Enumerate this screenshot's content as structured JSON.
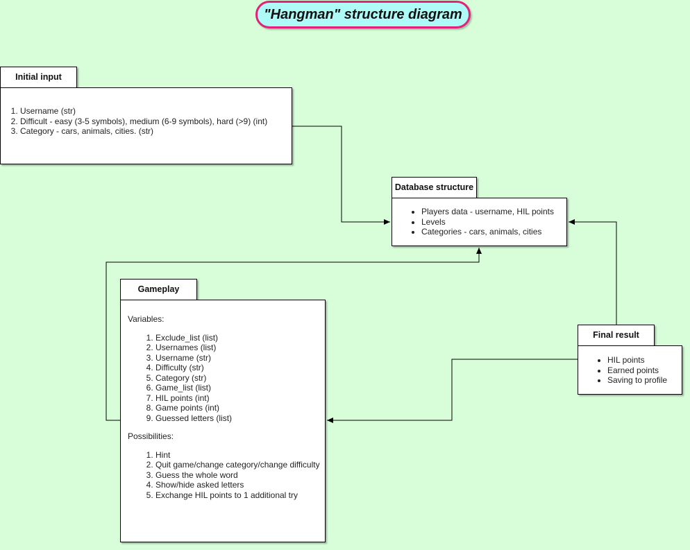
{
  "title": "\"Hangman\" structure diagram",
  "initial_input": {
    "header": "Initial input",
    "items": [
      "Username (str)",
      "Difficult - easy (3-5 symbols), medium (6-9 symbols), hard (>9) (int)",
      "Category - cars, animals, cities. (str)"
    ]
  },
  "database_structure": {
    "header": "Database structure",
    "items": [
      "Players data - username, HIL points",
      "Levels",
      "Categories - cars, animals, cities"
    ]
  },
  "gameplay": {
    "header": "Gameplay",
    "variables_label": "Variables:",
    "variables": [
      "Exclude_list (list)",
      "Usernames (list)",
      "Username (str)",
      "Difficulty (str)",
      "Category (str)",
      "Game_list (list)",
      "HIL points (int)",
      "Game points (int)",
      "Guessed letters (list)"
    ],
    "possibilities_label": "Possibilities:",
    "possibilities": [
      "Hint",
      "Quit game/change category/change difficulty",
      "Guess the whole word",
      "Show/hide asked letters",
      "Exchange HIL points to 1 additional try"
    ]
  },
  "final_result": {
    "header": "Final result",
    "items": [
      "HIL points",
      "Earned points",
      "Saving to profile"
    ]
  },
  "colors": {
    "background": "#d7fdd9",
    "title_fill": "#aefaf6",
    "title_border": "#e3217a"
  }
}
